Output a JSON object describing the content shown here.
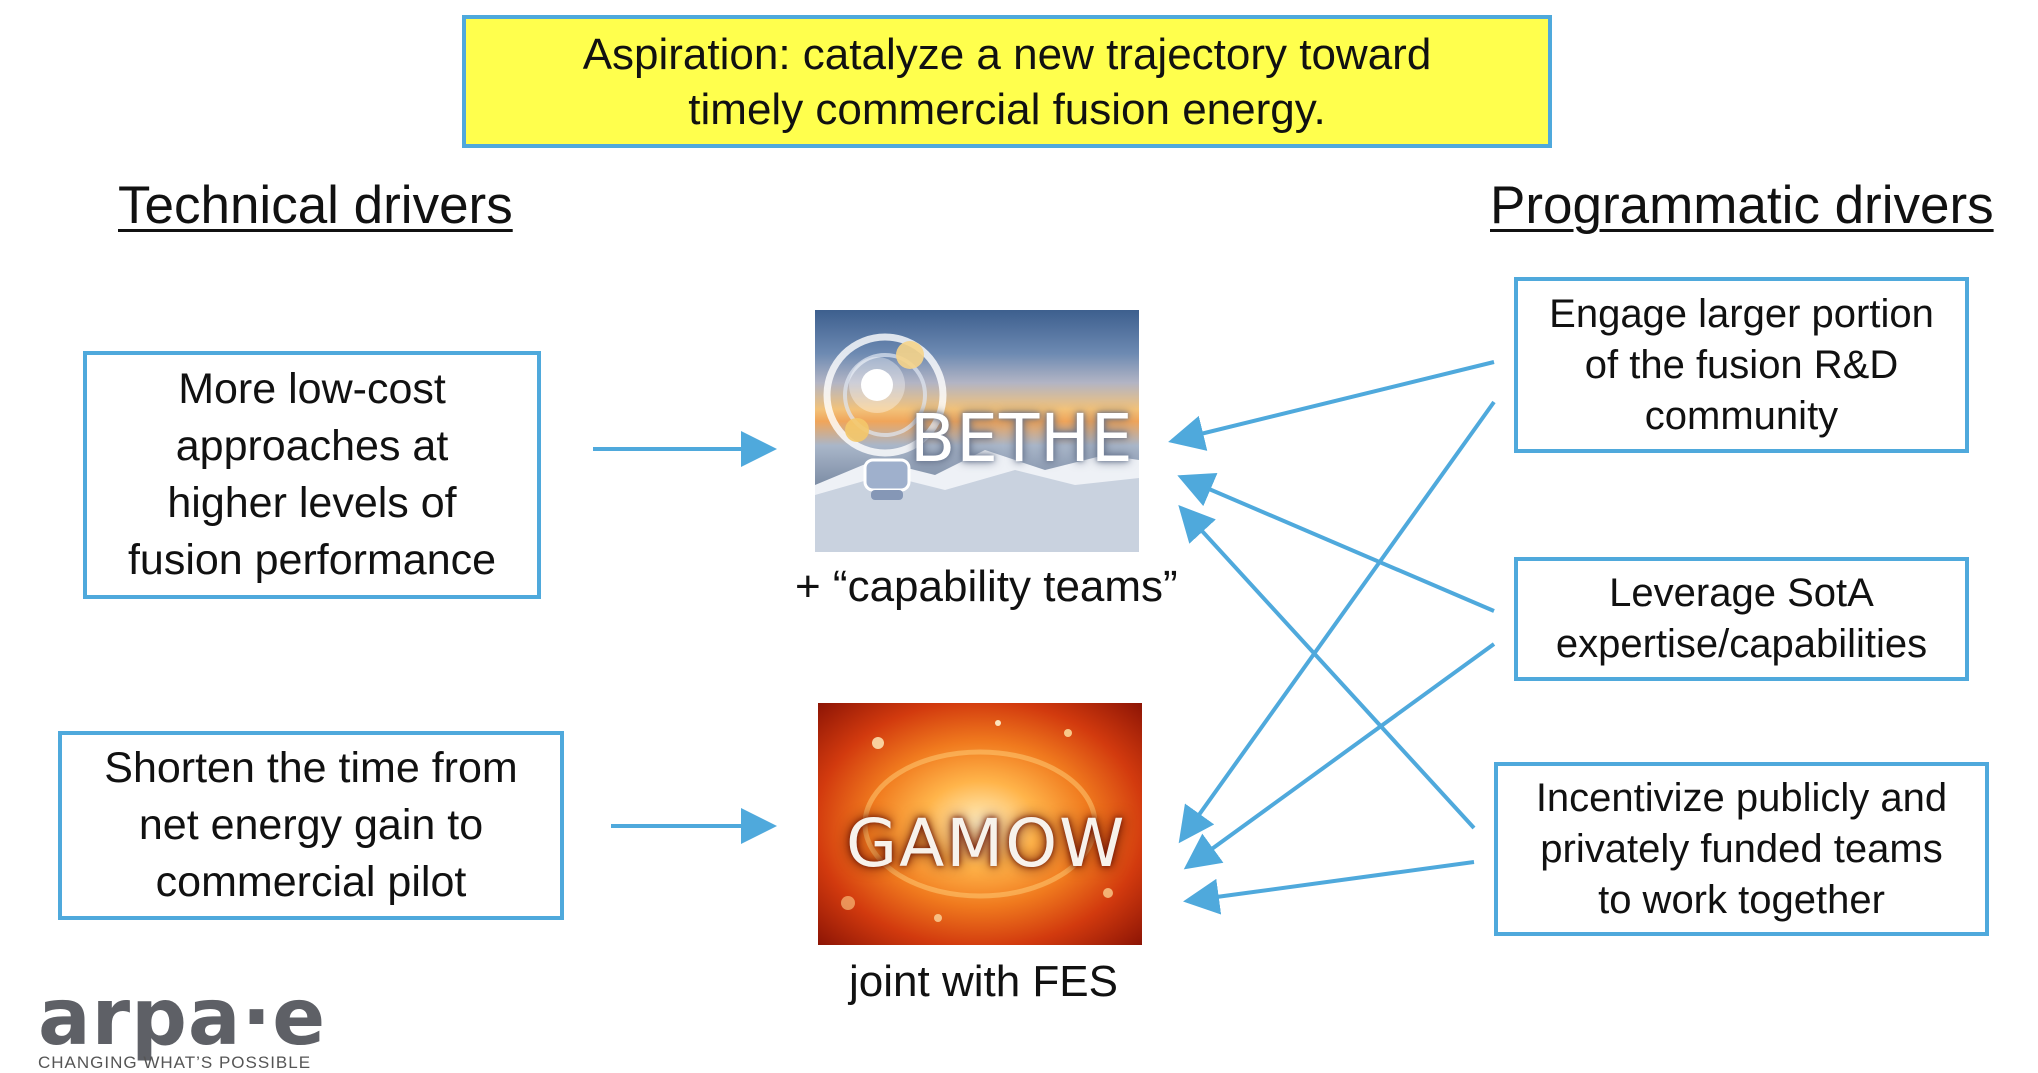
{
  "aspiration": {
    "text": "Aspiration:  catalyze a new trajectory toward\ntimely commercial fusion energy."
  },
  "technical_drivers": {
    "heading": "Technical drivers",
    "items": [
      "More low-cost\napproaches at\nhigher levels of\nfusion performance",
      "Shorten the time from\nnet energy gain to\ncommercial pilot"
    ]
  },
  "programmatic_drivers": {
    "heading": "Programmatic drivers",
    "items": [
      "Engage larger portion\nof the fusion R&D\ncommunity",
      "Leverage SotA\nexpertise/capabilities",
      "Incentivize publicly and\nprivately funded teams\nto work together"
    ]
  },
  "programs": {
    "bethe": {
      "name": "BETHE",
      "caption": "+ “capability teams”"
    },
    "gamow": {
      "name": "GAMOW",
      "caption": "joint with FES"
    }
  },
  "logo": {
    "mark": "arpa·e",
    "tagline": "CHANGING WHAT’S POSSIBLE"
  },
  "colors": {
    "box_border": "#4fa9dc",
    "arrow": "#4fa9dc",
    "aspiration_fill": "#ffff4d"
  }
}
